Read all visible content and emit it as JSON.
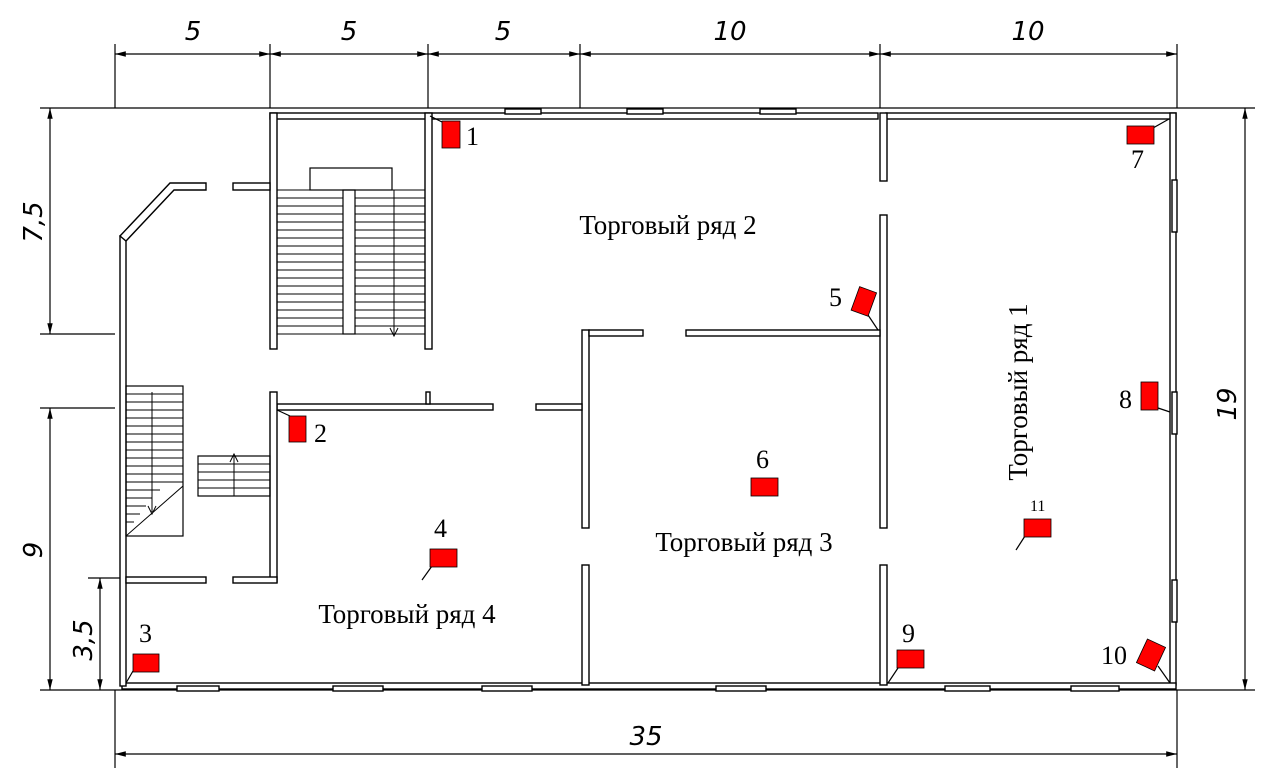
{
  "dimensions": {
    "top": [
      "5",
      "5",
      "5",
      "10",
      "10"
    ],
    "bottom": "35",
    "left_upper": "7,5",
    "left_lower": "9",
    "left_small": "3,5",
    "right": "19"
  },
  "rooms": {
    "room1": "Торговый ряд 1",
    "room2": "Торговый ряд 2",
    "room3": "Торговый ряд 3",
    "room4": "Торговый ряд 4"
  },
  "cameras": [
    "1",
    "2",
    "3",
    "4",
    "5",
    "6",
    "7",
    "8",
    "9",
    "10",
    "11"
  ],
  "colors": {
    "camera": "#ff0000",
    "line": "#000000"
  }
}
